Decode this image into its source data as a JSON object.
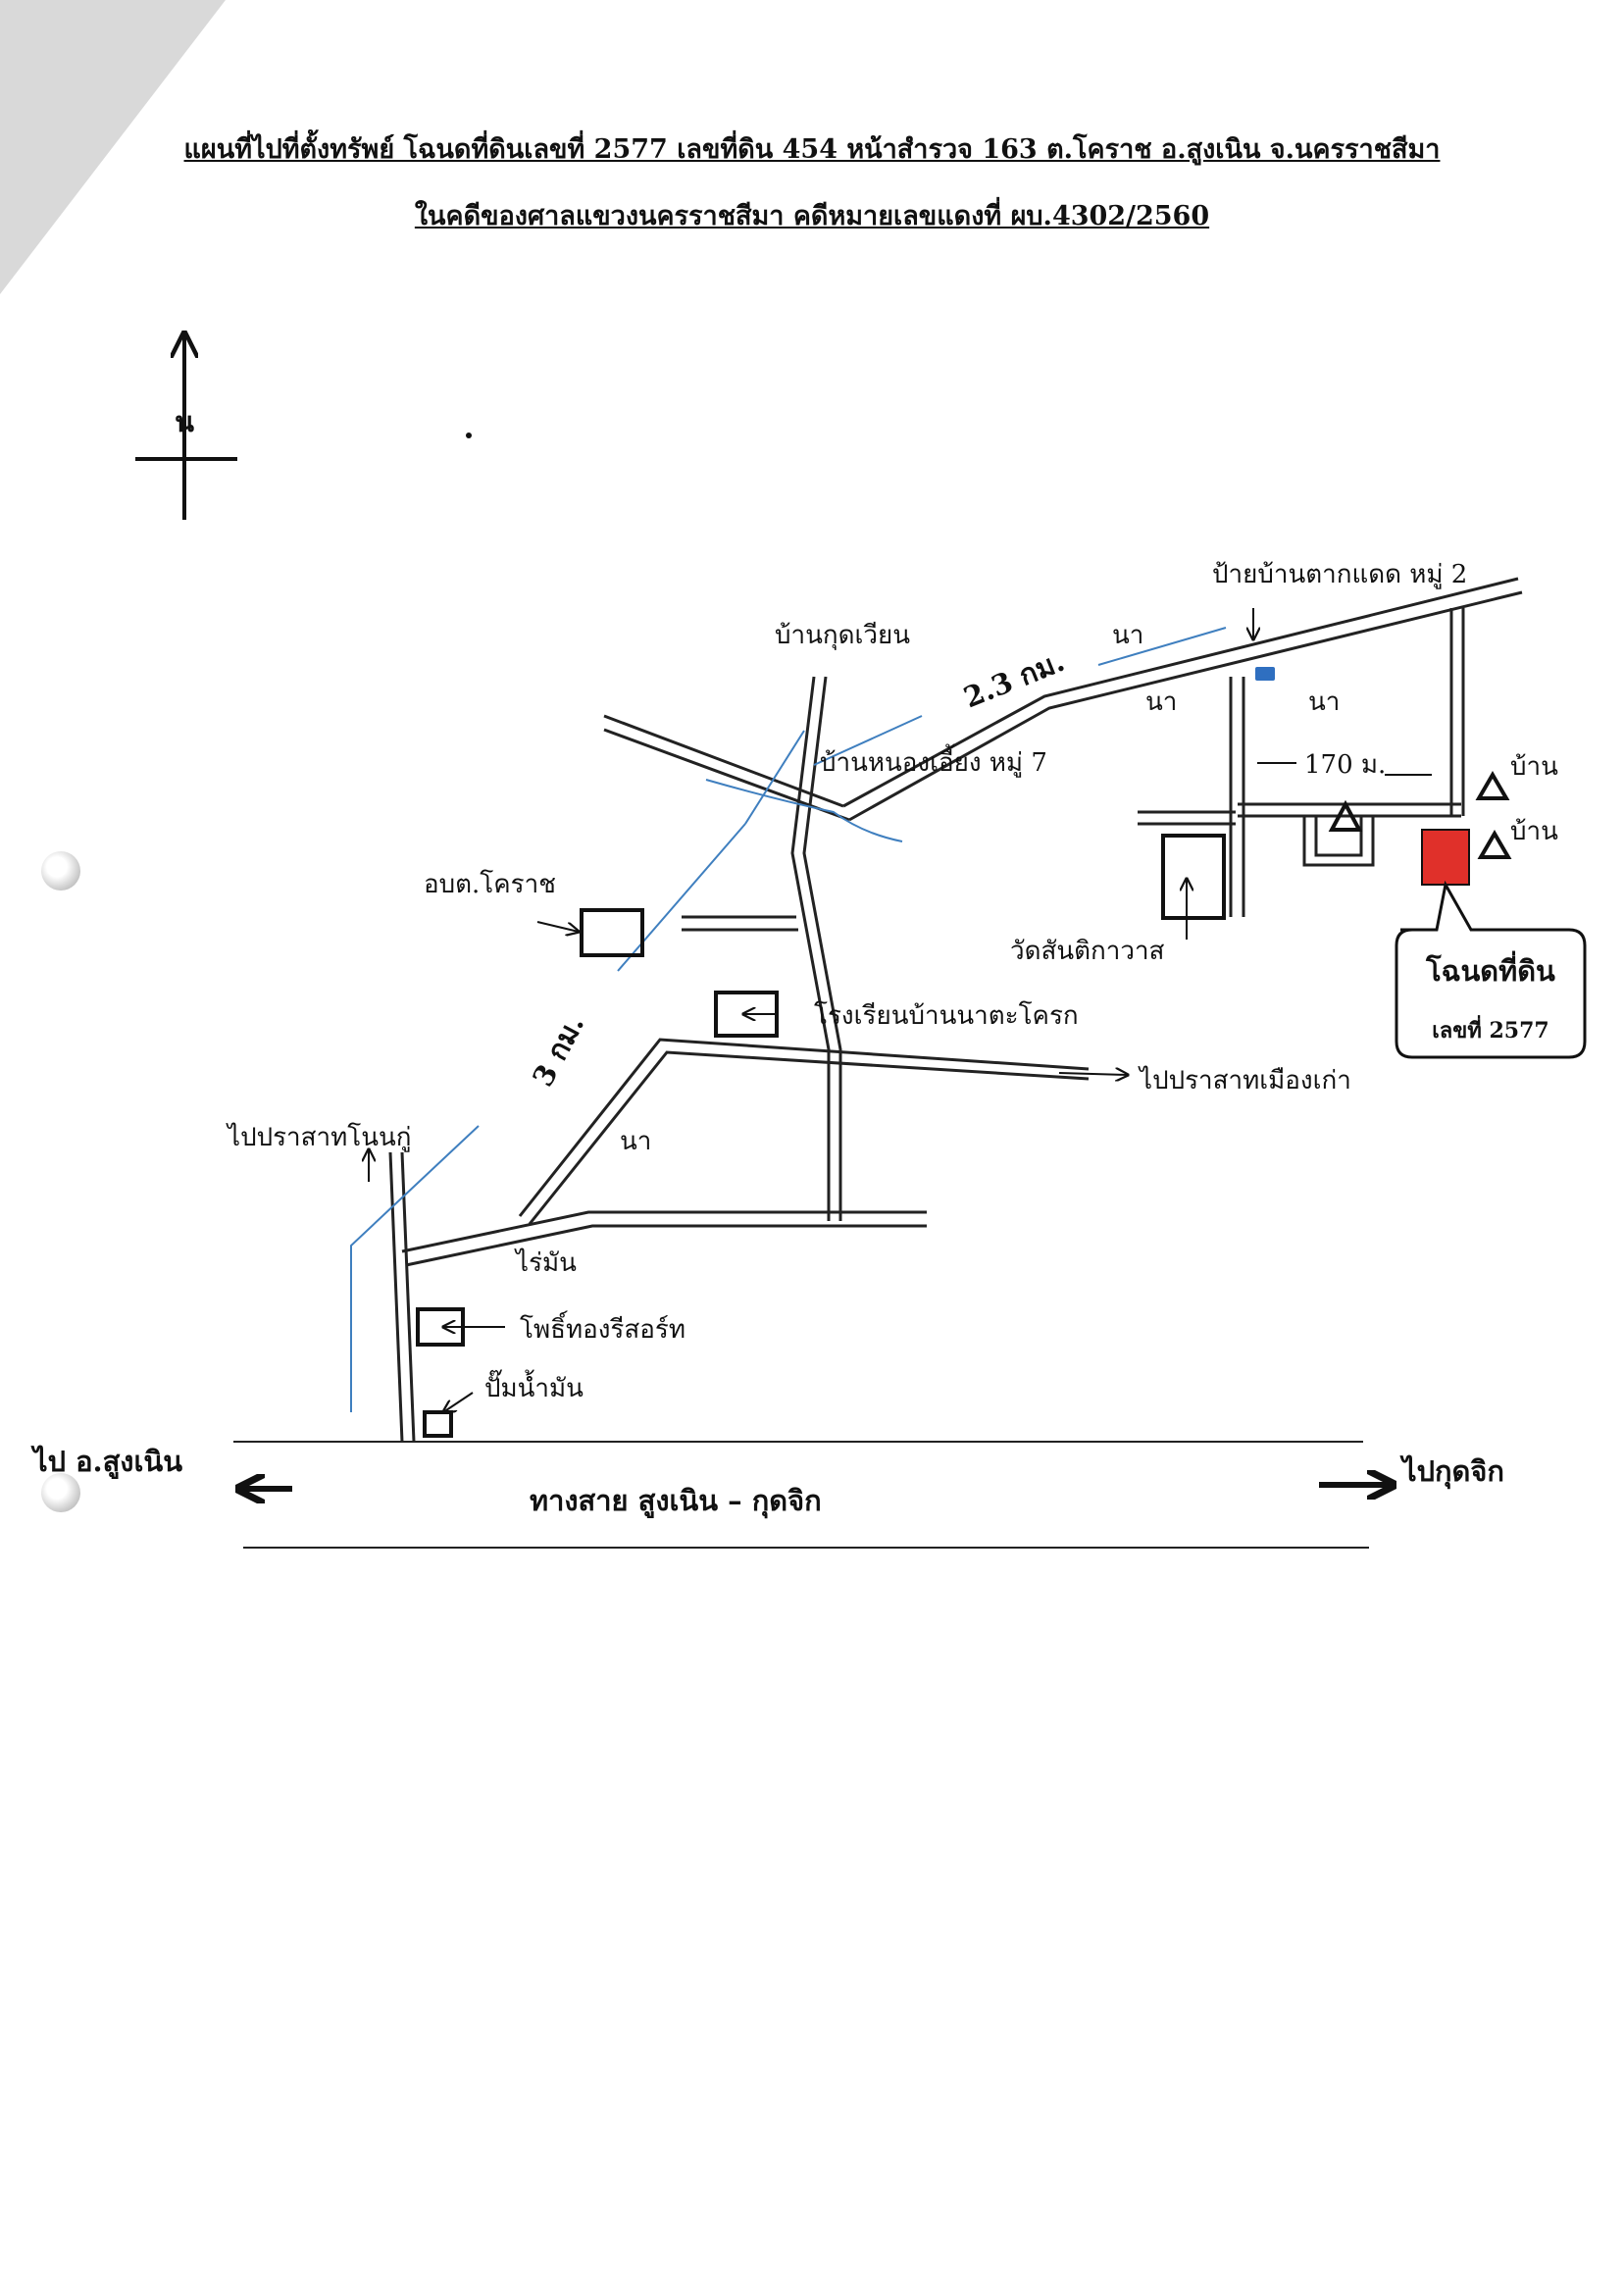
{
  "title_line1": "แผนที่ไปที่ตั้งทรัพย์ โฉนดที่ดินเลขที่ 2577 เลขที่ดิน 454  หน้าสำรวจ 163   ต.โคราช  อ.สูงเนิน  จ.นครราชสีมา",
  "title_line2": "ในคดีของศาลแขวงนครราชสีมา   คดีหมายเลขแดงที่  ผบ.4302/2560",
  "north_label": "น",
  "labels": {
    "sign_takdaet": "ป้ายบ้านตากแดด หมู่ 2",
    "ban_kudwian": "บ้านกุดเวียน",
    "dist_23": "2.3 กม.",
    "na_1": "นา",
    "na_2": "นา",
    "na_3": "นา",
    "na_4": "นา",
    "ban_nongaueng": "บ้านหนองเอี้ยง หมู่ 7",
    "dist_170": "170 ม.",
    "ban_1": "บ้าน",
    "ban_2": "บ้าน",
    "obt_korat": "อบต.โคราช",
    "wat": "วัดสันติกาวาส",
    "school": "โรงเรียนบ้านนาตะโครก",
    "dist_3": "3 กม.",
    "to_muang_kao": "ไปปราสาทเมืองเก่า",
    "to_non_ku": "ไปปราสาทโนนกู่",
    "rai_man": "ไร่มัน",
    "resort": "โพธิ์ทองรีสอร์ท",
    "gas": "ปั๊มน้ำมัน",
    "to_sungnoen": "ไป อ.สูงเนิน",
    "to_kudjik": "ไปกุดจิก",
    "highway": "ทางสาย สูงเนิน – กุดจิก"
  },
  "deed_callout": {
    "line1": "โฉนดที่ดิน",
    "line2": "เลขที่ 2577"
  },
  "colors": {
    "land_plot": "#e0302a",
    "small_marker": "#2f6fc0",
    "stream": "#3f7fbf"
  }
}
